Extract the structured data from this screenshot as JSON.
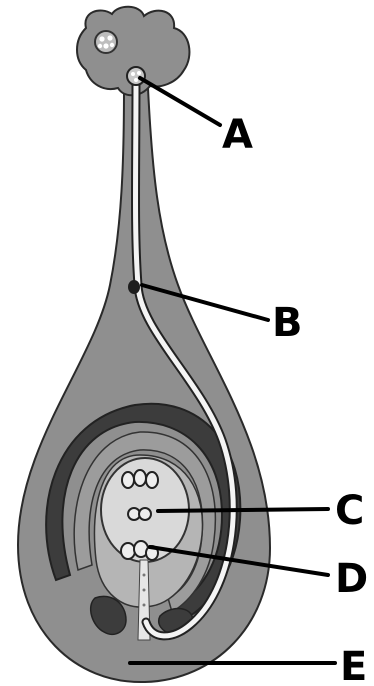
{
  "labels": {
    "a": "A",
    "b": "B",
    "c": "C",
    "d": "D",
    "e": "E"
  },
  "colors": {
    "ovary_tissue": "#8f8f8f",
    "integument_dark": "#3c3c3c",
    "nucellus_light": "#b5b5b5",
    "embryo_sac": "#d9d9d9",
    "pollen_tube": "#f4f4f4",
    "outline": "#2a2a2a",
    "line": "#000000"
  }
}
